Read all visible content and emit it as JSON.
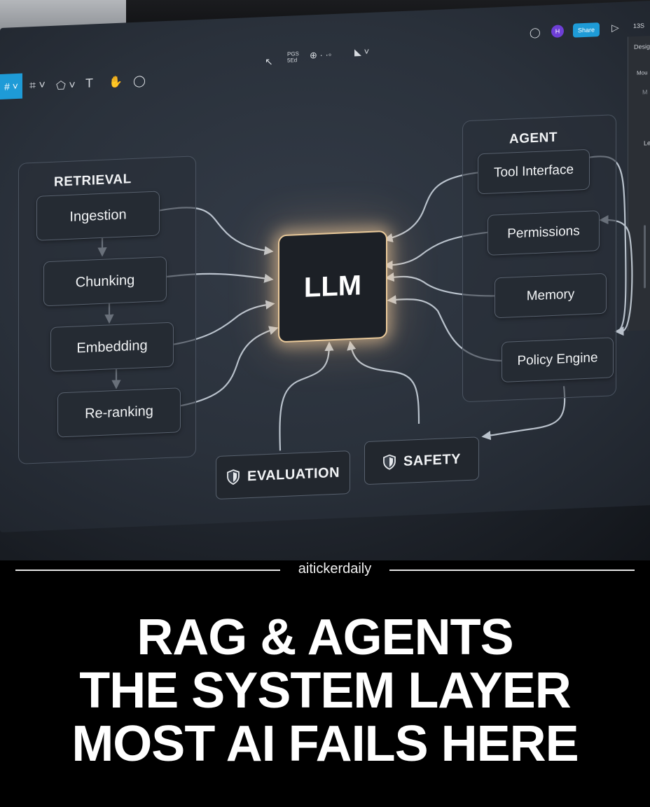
{
  "toolbar": {
    "left_tools": [
      "#",
      "⌗",
      "⬠",
      "T",
      "✋",
      "◯"
    ],
    "center_label_top": "PGS",
    "center_label_bottom": "5Ed",
    "share_label": "Share",
    "avatar_initial": "H",
    "zoom_label": "13S"
  },
  "right_panel": {
    "heading": "Desig",
    "sub": "Mou",
    "item_a": "M",
    "item_b": "Le"
  },
  "retrieval": {
    "title": "RETRIEVAL",
    "steps": [
      "Ingestion",
      "Chunking",
      "Embedding",
      "Re-ranking"
    ]
  },
  "core": {
    "label": "LLM"
  },
  "agent": {
    "title": "AGENT",
    "items": [
      "Tool Interface",
      "Permissions",
      "Memory",
      "Policy Engine"
    ]
  },
  "bottom": {
    "evaluation": "EVALUATION",
    "safety": "SAFETY"
  },
  "footer": {
    "brand": "aitickerdaily",
    "headline": [
      "RAG & AGENTS",
      "THE SYSTEM LAYER",
      "MOST AI FAILS HERE"
    ]
  },
  "colors": {
    "accent": "#1e9bd7",
    "avatar": "#6e3fd6",
    "llm_glow": "#e9c99a",
    "wire": "#c9d2dc"
  }
}
